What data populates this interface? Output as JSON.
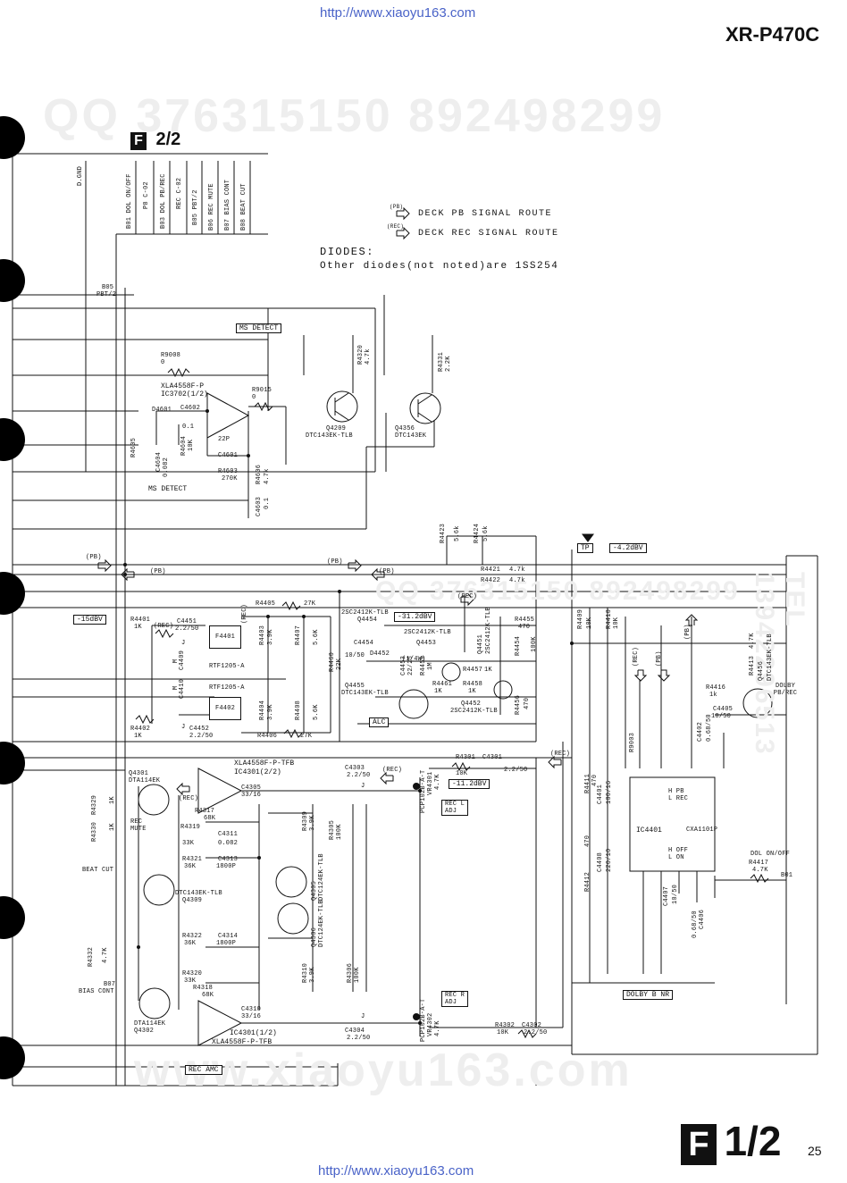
{
  "header": {
    "url_top": "http://www.xiaoyu163.com",
    "url_bottom": "http://www.xiaoyu163.com",
    "model": "XR-P470C",
    "page_number": "25"
  },
  "watermarks": {
    "top": "QQ 376315150   892498299",
    "middle": "QQ 376315150   892498299",
    "bottom": "www.xiaoyu163.com",
    "side": "TEL 13942296513"
  },
  "sheet": {
    "badge_letter": "F",
    "top_label": "2/2",
    "bottom_label": "1/2"
  },
  "legend": {
    "pb_tag": "(PB)",
    "pb_text": "DECK PB SIGNAL ROUTE",
    "rec_tag": "(REC)",
    "rec_text": "DECK REC SIGNAL ROUTE",
    "diodes_title": "DIODES:",
    "diodes_note": "Other diodes(not noted)are 1SS254"
  },
  "connector": {
    "gnd": "D.GND",
    "pins": [
      "B01 DOL ON/OFF",
      "P8 C-02",
      "B03 DOL PB/REC",
      "REC C-02",
      "B05 PBT/2",
      "B06 REC MUTE",
      "B07 BIAS CONT",
      "B08 BEAT CUT"
    ]
  },
  "blocks": {
    "ms_detect_box": "MS DETECT",
    "ms_detect_line": "MS DETECT",
    "alc": "ALC",
    "rec_amc": "REC AMC",
    "dolby": "DOLBY B NR",
    "rec_l_adj": "REC L ADJ",
    "rec_r_adj": "REC R ADJ",
    "tp": "TP"
  },
  "levels": {
    "l1": "-4.2dBV",
    "l2": "-15dBV",
    "l3": "-31.2dBV",
    "l4": "-11.2dBV"
  },
  "ics": {
    "ic3702_type": "XLA4558F-P",
    "ic3702_ref": "IC3702(1/2)",
    "ic4301a_type": "XLA4558F-P-TFB",
    "ic4301a_ref": "IC4301(2/2)",
    "ic4301b_ref": "IC4301(1/2)",
    "ic4301b_type": "XLA4558F-P-TFB",
    "ic4401_ref": "IC4401",
    "ic4401_type": "CXA1101P",
    "ic4401_hl1": "H PB",
    "ic4401_hl2": "L REC",
    "ic4401_hl3": "H OFF",
    "ic4401_hl4": "L ON",
    "f4401": "F4401",
    "f4401_type": "RTF1205-A",
    "f4402": "F4402",
    "f4402_type": "RTF1205-A"
  },
  "transistors": {
    "q4209": "Q4209",
    "q4209_type": "DTC143EK-TLB",
    "q4356": "Q4356",
    "q4356_type": "DTC143EK",
    "q4454_type": "2SC2412K-TLB",
    "q4454": "Q4454",
    "q4453_type": "2SC2412K-TLB",
    "q4453": "Q4453",
    "q4451": "Q4451",
    "q4451_type": "2SC2412K-TLB",
    "q4455": "Q4455",
    "q4455_type": "DTC143EK-TLB",
    "q4452": "Q4452",
    "q4452_type": "2SC2412K-TLB",
    "q4456": "Q4456",
    "q4456_type": "DTC143EK-TLB",
    "q4301": "Q4301",
    "q4301_type": "DTA114EK",
    "q4309": "Q4309",
    "q4309_type": "DTC143EK-TLB",
    "q4302": "Q4302",
    "q4302_type": "DTA114EK",
    "q4305": "Q4305",
    "q4305_type": "DTC124EK-TLB",
    "q4306": "Q4306",
    "q4306_type": "DTC124EK-TLB"
  },
  "parts": {
    "r9008": "R9008",
    "r9008_v": "0",
    "r9015": "R9015",
    "r9015_v": "0",
    "d4601": "D4601",
    "c4602": "C4602",
    "c4602_v": "0.1",
    "r4605": "R4605",
    "c4604": "C4604",
    "c4604_v": "0.082",
    "r4604": "R4604",
    "r4604_v": "10K",
    "c4601": "C4601",
    "c4601_v": "22P",
    "r4603": "R4603",
    "r4603_v": "270K",
    "r4606": "R4606",
    "r4606_v": "4.7k",
    "c4603": "C4603",
    "c4603_v": "0.1",
    "r4320": "R4320",
    "r4320_v": "4.7k",
    "r4331": "R4331",
    "r4331_v": "2.2K",
    "r4423": "R4423",
    "r4423_v": "5.6k",
    "r4424": "R4424",
    "r4424_v": "5.6k",
    "r4421": "R4421",
    "r4421_v": "4.7k",
    "r4422": "R4422",
    "r4422_v": "4.7k",
    "r4405": "R4405",
    "r4405_v": "27K",
    "r4401": "R4401",
    "r4401_v": "1K",
    "c4451": "C4451",
    "c4451_v": "2.2/50",
    "r4403": "R4403",
    "r4403_v": "3.9K",
    "r4407": "R4407",
    "r4407_v": "5.6K",
    "c4409": "C4409",
    "c4409_v": "M",
    "c4410": "C4410",
    "c4410_v": "M",
    "r4460": "R4460",
    "r4460_v": "22K",
    "c4454": "C4454",
    "c4454_v": "10/50",
    "d4452": "D4452",
    "c4453": "C4453",
    "c4453_v": "22/25",
    "r4459": "R4459",
    "r4459_v": "1M",
    "r4455": "R4455",
    "r4455_v": "470",
    "r4454": "R4454",
    "r4454_v": "100K",
    "r4457": "R4457",
    "r4457_v": "1K",
    "r4461": "R4461",
    "r4461_v": "1K",
    "r4458": "R4458",
    "r4458_v": "1K",
    "d4451": "(1/4W)",
    "r4456": "R4456",
    "r4456_v": "470",
    "r4402": "R4402",
    "r4402_v": "1K",
    "c4452": "C4452",
    "c4452_v": "2.2/50",
    "r4404": "R4404",
    "r4404_v": "3.9K",
    "r4408": "R4408",
    "r4408_v": "5.6K",
    "r4406": "R4406",
    "r4406_v": "27K",
    "r4409": "R4409",
    "r4409_v": "10K",
    "r4410": "R4410",
    "r4410_v": "10K",
    "r4416": "R4416",
    "r4416_v": "1k",
    "r4413": "R4413",
    "r4413_v": "4.7K",
    "c4405": "C4405",
    "c4405_v": "10/50",
    "dolby_pbrec": "DOLBY PB/REC",
    "r9003": "R9003",
    "r4417": "R4417",
    "r4417_v": "4.7K",
    "dol_onoff": "DOL ON/OFF",
    "b01": "B01",
    "c4301": "C4301",
    "c4301_v": "2.2/50",
    "r4301": "R4301",
    "r4301_v": "10K",
    "c4303": "C4303",
    "c4303_v": "2.2/50",
    "vr4301": "VR4301",
    "vr4301_v": "4.7K",
    "pcp_a": "PCP102B-A-T",
    "c4305": "C4305",
    "c4305_v": "33/16",
    "r4317": "R4317",
    "r4317_v": "68K",
    "r4319": "R4319",
    "r4319_v": "33K",
    "c4311": "C4311",
    "c4311_v": "0.082",
    "r4321": "R4321",
    "r4321_v": "36K",
    "c4313": "C4313",
    "c4313_v": "1800P",
    "r4329": "R4329",
    "r4329_v": "1K",
    "r4330": "R4330",
    "r4330_v": "1K",
    "rec_mute": "REC MUTE",
    "beat_cut": "BEAT CUT",
    "r4305": "R4305",
    "r4305_v": "100K",
    "r4309": "R4309",
    "r4309_v": "3.9K",
    "r4332": "R4332",
    "r4332_v": "4.7K",
    "b07": "B07",
    "bias_cont": "BIAS CONT",
    "r4322": "R4322",
    "r4322_v": "36K",
    "c4314": "C4314",
    "c4314_v": "1800P",
    "r4320b": "R4320",
    "r4320b_v": "33K",
    "r4318": "R4318",
    "r4318_v": "68K",
    "c4310": "C4310",
    "c4310_v": "33/16",
    "r4306": "R4306",
    "r4306_v": "100K",
    "r4310": "R4310",
    "r4310_v": "3.9K",
    "c4304": "C4304",
    "c4304_v": "2.2/50",
    "vr4302": "VR4302",
    "vr4302_v": "4.7K",
    "pcp_b": "PCP102B-A-T",
    "r4302": "R4302",
    "r4302_v": "10K",
    "c4302": "C4302",
    "c4302_v": "2.2/50",
    "c4407": "C4407",
    "c4407_v": "10/50",
    "c4408": "C4408",
    "c4408_v": "220/10",
    "c4401": "C4401",
    "c4401_v": "100/16",
    "r4411": "R4411",
    "r4411_v": "470",
    "r4412": "R4412",
    "r4412_v": "470",
    "c4406": "C4406",
    "c4406_v": "0.68/50",
    "c4402": "C4402",
    "c4402_v": "0.68/50",
    "b05": "B05",
    "pbt2": "PBT/2"
  },
  "route_tags": {
    "pb": "(PB)",
    "rec": "(REC)",
    "j": "J"
  }
}
